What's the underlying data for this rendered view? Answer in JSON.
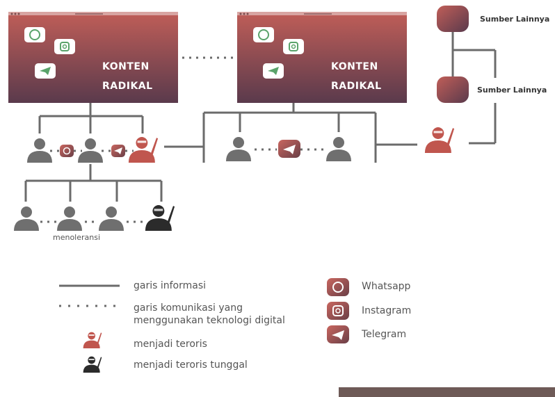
{
  "diagram": {
    "boxes": [
      {
        "label_line1": "KONTEN",
        "label_line2": "RADIKAL"
      },
      {
        "label_line1": "KONTEN",
        "label_line2": "RADIKAL"
      }
    ],
    "other_sources": [
      "Sumber Lainnya",
      "Sumber Lainnya"
    ],
    "tolerate_label": "menoleransi"
  },
  "legend": {
    "info_line": "garis informasi",
    "digital_line_1": "garis komunikasi yang",
    "digital_line_2": "menggunakan teknologi digital",
    "terrorist": "menjadi teroris",
    "lone_terrorist": "menjadi teroris tunggal",
    "whatsapp": "Whatsapp",
    "instagram": "Instagram",
    "telegram": "Telegram"
  },
  "icons": {
    "whatsapp": "whatsapp-icon",
    "instagram": "instagram-icon",
    "telegram": "telegram-icon",
    "person": "person-icon",
    "terrorist": "terrorist-icon",
    "lone_terrorist": "lone-terrorist-icon"
  },
  "colors": {
    "box_top": "#b85b57",
    "box_bottom": "#5c3a4a",
    "line": "#6b6b6b",
    "person": "#6f6f6f",
    "terrorist": "#c0564e",
    "lone_terrorist": "#2b2b2b"
  }
}
